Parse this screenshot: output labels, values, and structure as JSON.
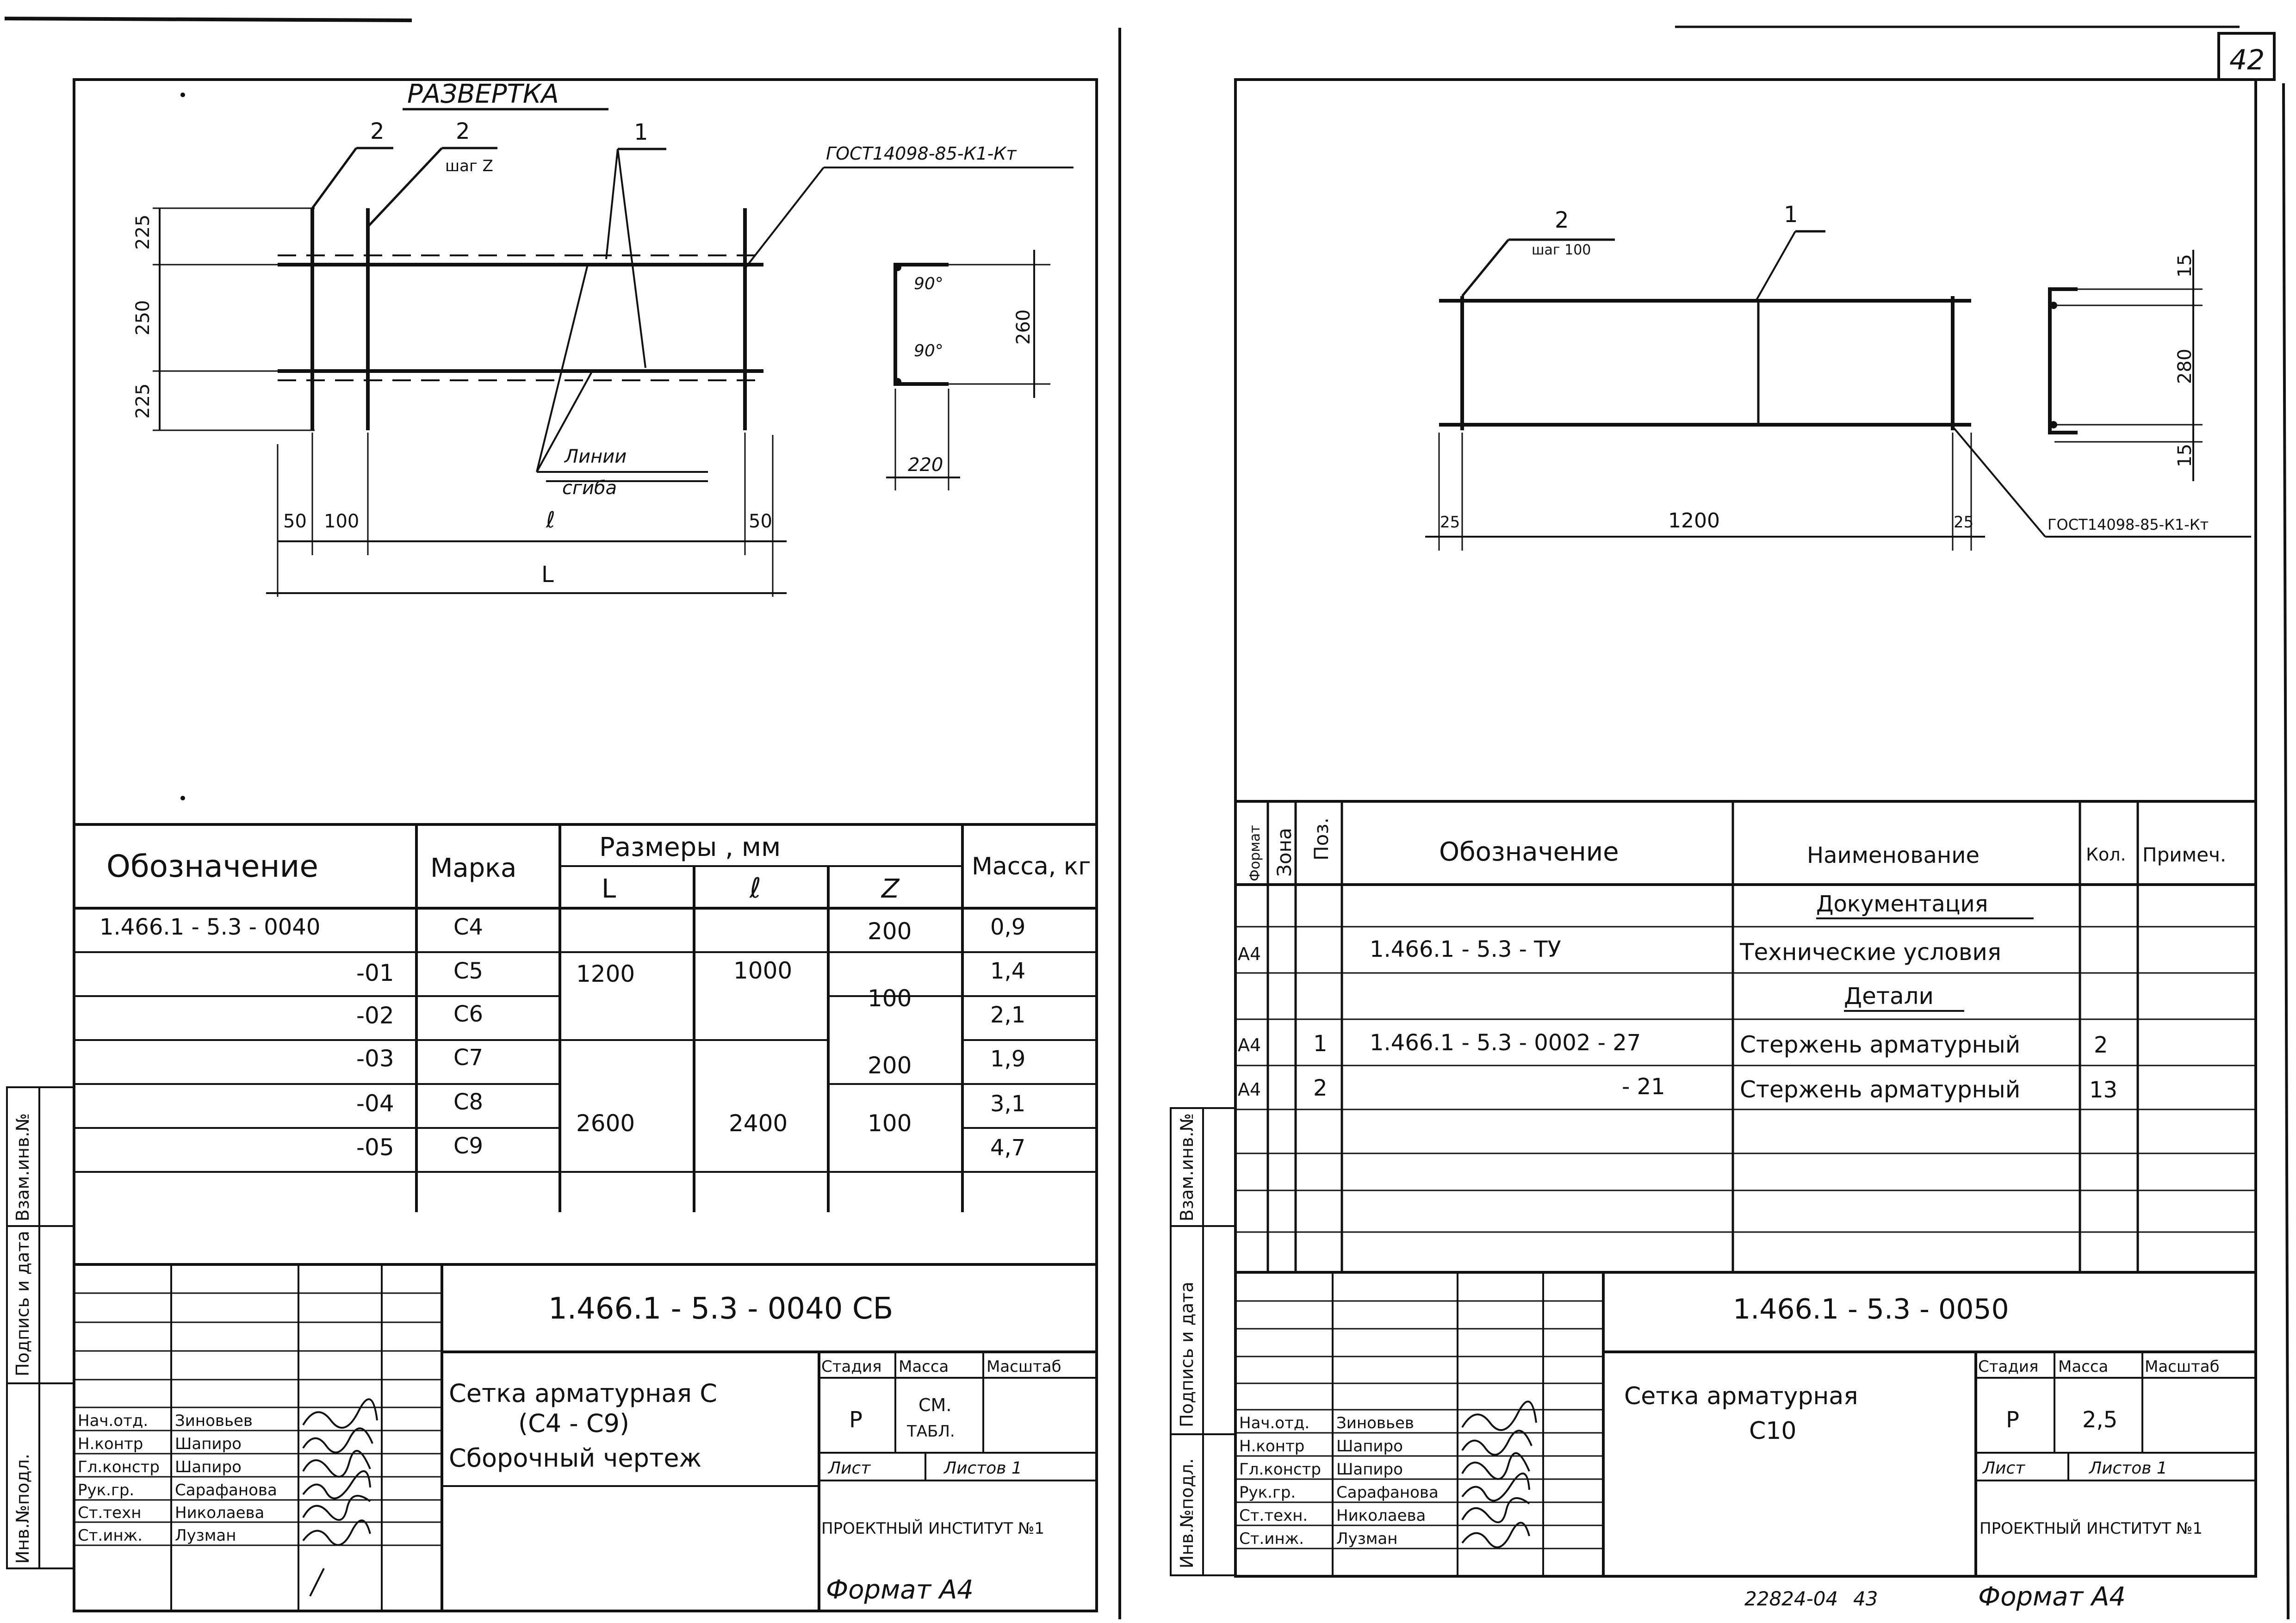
{
  "page_number": "42",
  "sheet1": {
    "drawing_title": "РАЗВЕРТКА",
    "callouts": {
      "pos2_a": "2",
      "pos2_b": "2",
      "pos2_b_sub": "шаг Z",
      "pos1": "1",
      "gost": "ГОСТ14098-85-К1-Кт",
      "bend_lines_1": "Линии",
      "bend_lines_2": "сгиба"
    },
    "dims": {
      "d225a": "225",
      "d250": "250",
      "d225b": "225",
      "d50a": "50",
      "d100": "100",
      "dl": "ℓ",
      "d50b": "50",
      "dL": "L",
      "angle1": "90°",
      "angle2": "90°",
      "d260": "260",
      "d220": "220"
    },
    "table": {
      "col_designation": "Обозначение",
      "col_mark": "Марка",
      "col_sizes": "Размеры , мм",
      "col_L": "L",
      "col_l": "ℓ",
      "col_Z": "Z",
      "col_mass": "Масса, кг",
      "rows": [
        {
          "designation": "1.466.1 - 5.3 - 0040",
          "mark": "С4",
          "mass": "0,9"
        },
        {
          "designation": "-01",
          "mark": "С5",
          "mass": "1,4"
        },
        {
          "designation": "-02",
          "mark": "С6",
          "mass": "2,1"
        },
        {
          "designation": "-03",
          "mark": "С7",
          "mass": "1,9"
        },
        {
          "designation": "-04",
          "mark": "С8",
          "mass": "3,1"
        },
        {
          "designation": "-05",
          "mark": "С9",
          "mass": "4,7"
        }
      ],
      "L_1200": "1200",
      "l_1000": "1000",
      "L_2600": "2600",
      "l_2400": "2400",
      "Z_200a": "200",
      "Z_100a": "100",
      "Z_200b": "200",
      "Z_100b": "100"
    },
    "title_block": {
      "code": "1.466.1 - 5.3 - 0040 СБ",
      "name_1": "Сетка арматурная С",
      "name_2": "(С4 - С9)",
      "name_3": "Сборочный чертеж",
      "stage_label": "Стадия",
      "mass_label": "Масса",
      "scale_label": "Масштаб",
      "stage": "Р",
      "mass_1": "СМ.",
      "mass_2": "ТАБЛ.",
      "sheet_label": "Лист",
      "sheets_label": "Листов 1",
      "organization": "ПРОЕКТНЫЙ ИНСТИТУТ №1",
      "format": "Формат А4"
    },
    "signatures": [
      {
        "role": "Нач.отд.",
        "name": "Зиновьев"
      },
      {
        "role": "Н.контр",
        "name": "Шапиро"
      },
      {
        "role": "Гл.констр",
        "name": "Шапиро"
      },
      {
        "role": "Рук.гр.",
        "name": "Сарафанова"
      },
      {
        "role": "Ст.техн",
        "name": "Николаева"
      },
      {
        "role": "Ст.инж.",
        "name": "Лузман"
      }
    ],
    "side_stamp": [
      "Инв.№подл.",
      "Подпись и дата",
      "Взам.инв.№"
    ]
  },
  "sheet2": {
    "callouts": {
      "pos2": "2",
      "pos2_sub": "шаг 100",
      "pos1": "1",
      "gost": "ГОСТ14098-85-К1-Кт"
    },
    "dims": {
      "d25a": "25",
      "d1200": "1200",
      "d25b": "25",
      "d15a": "15",
      "d280": "280",
      "d15b": "15"
    },
    "spec": {
      "col_format": "Формат",
      "col_zone": "Зона",
      "col_pos": "Поз.",
      "col_designation": "Обозначение",
      "col_name": "Наименование",
      "col_qty": "Кол.",
      "col_note": "Примеч.",
      "section_docs": "Документация",
      "section_parts": "Детали",
      "rows": [
        {
          "format": "А4",
          "pos": "",
          "designation": "1.466.1 - 5.3 - ТУ",
          "name": "Технические условия",
          "qty": ""
        },
        {
          "format": "А4",
          "pos": "1",
          "designation": "1.466.1 - 5.3 - 0002 - 27",
          "name": "Стержень арматурный",
          "qty": "2"
        },
        {
          "format": "А4",
          "pos": "2",
          "designation": "- 21",
          "name": "Стержень арматурный",
          "qty": "13"
        }
      ]
    },
    "title_block": {
      "code": "1.466.1 - 5.3 - 0050",
      "name_1": "Сетка арматурная",
      "name_2": "С10",
      "stage_label": "Стадия",
      "mass_label": "Масса",
      "scale_label": "Масштаб",
      "stage": "Р",
      "mass": "2,5",
      "sheet_label": "Лист",
      "sheets_label": "Листов 1",
      "organization": "ПРОЕКТНЫЙ ИНСТИТУТ №1",
      "footer_code": "22824-04",
      "footer_num": "43",
      "format": "Формат А4"
    },
    "signatures": [
      {
        "role": "Нач.отд.",
        "name": "Зиновьев"
      },
      {
        "role": "Н.контр",
        "name": "Шапиро"
      },
      {
        "role": "Гл.констр",
        "name": "Шапиро"
      },
      {
        "role": "Рук.гр.",
        "name": "Сарафанова"
      },
      {
        "role": "Ст.техн.",
        "name": "Николаева"
      },
      {
        "role": "Ст.инж.",
        "name": "Лузман"
      }
    ],
    "side_stamp": [
      "Инв.№подл.",
      "Подпись и дата",
      "Взам.инв.№"
    ]
  }
}
